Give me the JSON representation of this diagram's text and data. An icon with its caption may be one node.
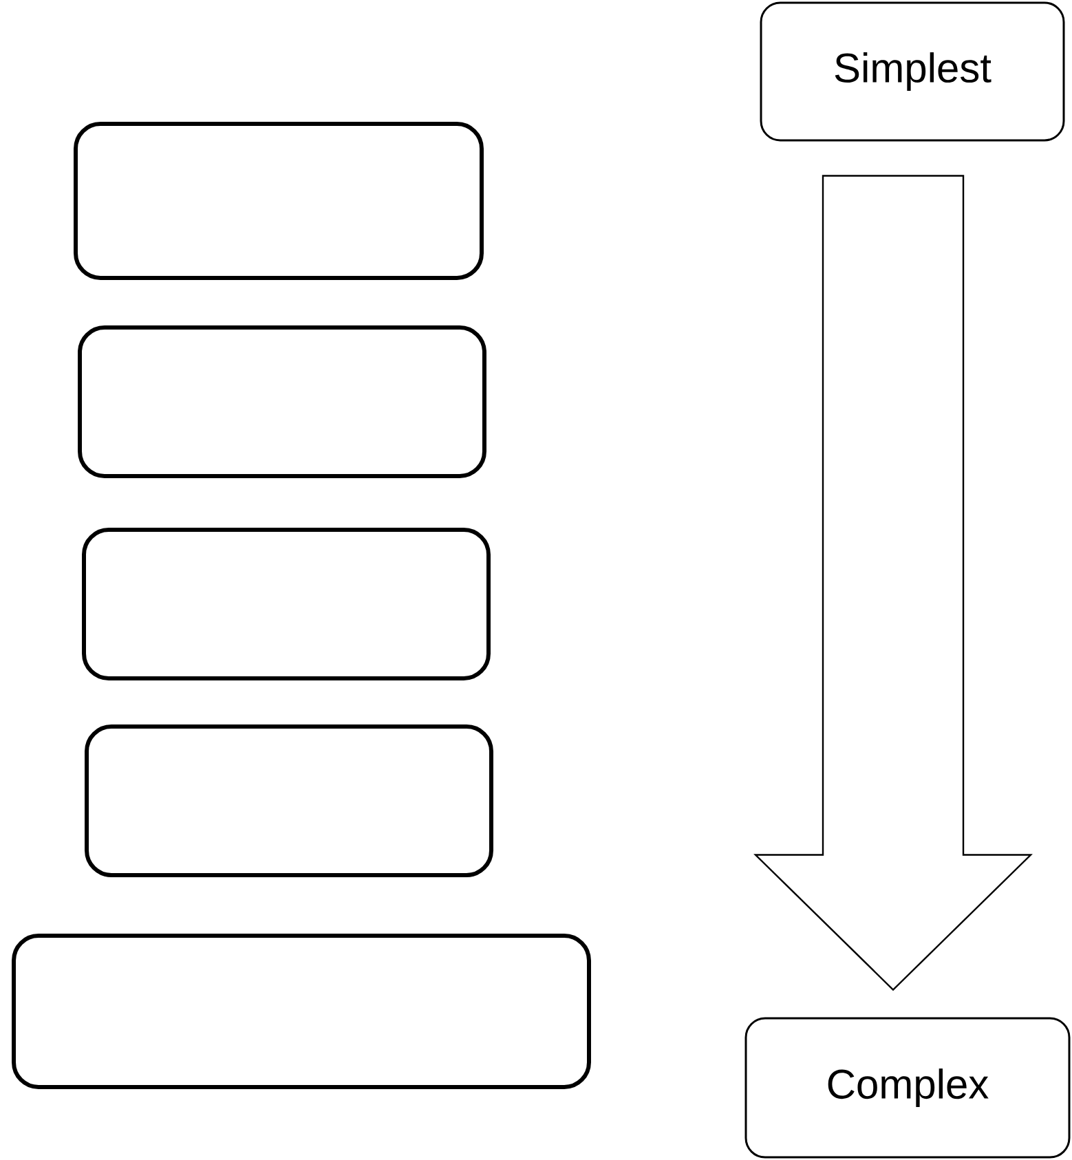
{
  "diagram": {
    "nodes": [
      {
        "text": [],
        "shape": "box"
      },
      {
        "text": [],
        "shape": "box"
      },
      {
        "text": [],
        "shape": "box"
      },
      {
        "text": [],
        "shape": "box"
      },
      {
        "text": [],
        "shape": "box"
      },
      {
        "text": [
          "Simplest"
        ]
      },
      {
        "text": [
          "Complex"
        ]
      }
    ],
    "edges": [
      {
        "from": 5,
        "to": 6,
        "arrow": "to"
      }
    ]
  }
}
